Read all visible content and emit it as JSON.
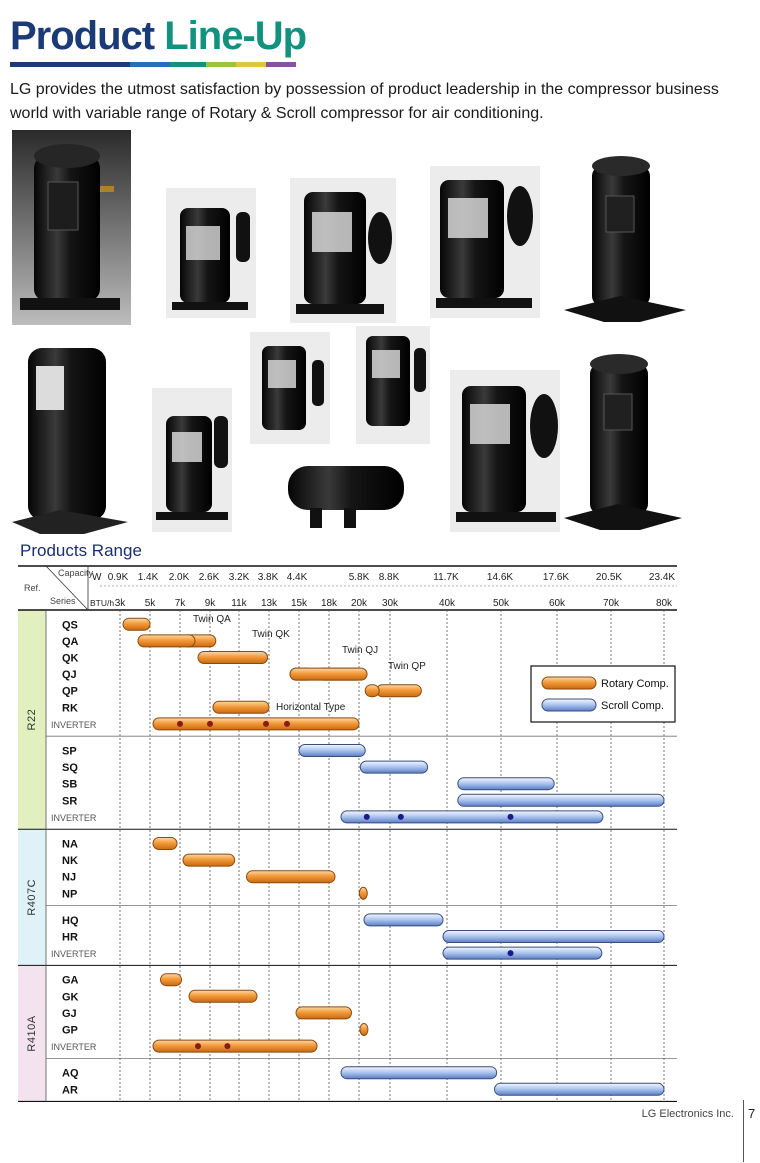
{
  "page": {
    "title_part1": "Product",
    "title_part2": "Line-Up",
    "intro": "LG provides the utmost satisfaction by possession of product leadership in the compressor business world with variable range of Rotary & Scroll compressor for air conditioning.",
    "range_title": "Products Range",
    "footer_company": "LG Electronics Inc.",
    "page_number": "7"
  },
  "colors": {
    "title_dark": "#1a3a78",
    "title_green": "#13917f",
    "rotary_orange": "#f39a3a",
    "scroll_blue": "#a9c2ee",
    "r22_band": "#e2f0c0",
    "r407c_band": "#dff2f7",
    "r410a_band": "#f2e3ee",
    "inverter_dot": "#8b1a1a",
    "scroll_dot": "#1a1a8a"
  },
  "chart_data": {
    "type": "table",
    "header": {
      "capacity_label": "Capacity",
      "ref_label": "Ref.",
      "series_label": "Series",
      "w_unit": "W",
      "btu_unit": "BTU/h",
      "w_ticks": [
        "0.9K",
        "1.4K",
        "2.0K",
        "2.6K",
        "3.2K",
        "3.8K",
        "4.4K",
        "5.8K",
        "8.8K",
        "11.7K",
        "14.6K",
        "17.6K",
        "20.5K",
        "23.4K"
      ],
      "btu_ticks": [
        "3k",
        "5k",
        "7k",
        "9k",
        "11k",
        "13k",
        "15k",
        "18k",
        "20k",
        "30k",
        "40k",
        "50k",
        "60k",
        "70k",
        "80k"
      ]
    },
    "x_unit": "kBTU/h",
    "legend": {
      "rotary": "Rotary Comp.",
      "scroll": "Scroll Comp.",
      "position": "right"
    },
    "annotations": [
      {
        "text": "Twin QA",
        "x": 8
      },
      {
        "text": "Twin QK",
        "x": 12
      },
      {
        "text": "Twin QJ",
        "x": 19
      },
      {
        "text": "Twin QP",
        "x": 30
      },
      {
        "text": "Horizontal Type",
        "x": 13.6
      }
    ],
    "groups": [
      {
        "ref": "R22",
        "band_color": "#e2f0c0",
        "blocks": [
          {
            "rows": [
              {
                "series": "QS",
                "bars": [
                  {
                    "type": "rotary",
                    "from": 3.2,
                    "to": 5
                  }
                ]
              },
              {
                "series": "QA",
                "bars": [
                  {
                    "type": "rotary",
                    "from": 7.1,
                    "to": 9.4
                  },
                  {
                    "type": "rotary",
                    "from": 4.2,
                    "to": 8.0
                  }
                ]
              },
              {
                "series": "QK",
                "bars": [
                  {
                    "type": "rotary",
                    "from": 10.6,
                    "to": 12.9
                  },
                  {
                    "type": "rotary",
                    "from": 8.2,
                    "to": 12.9
                  }
                ]
              },
              {
                "series": "QJ",
                "bars": [
                  {
                    "type": "rotary",
                    "from": 14.4,
                    "to": 16.4
                  },
                  {
                    "type": "rotary",
                    "from": 16.8,
                    "to": 20.9
                  },
                  {
                    "type": "rotary",
                    "from": 14.4,
                    "to": 22.6
                  }
                ]
              },
              {
                "series": "QP",
                "bars": [
                  {
                    "type": "rotary",
                    "from": 25.6,
                    "to": 35.5
                  },
                  {
                    "type": "rotary",
                    "from": 22.0,
                    "to": 26.5
                  }
                ]
              },
              {
                "series": "RK",
                "bars": [
                  {
                    "type": "rotary",
                    "from": 9.2,
                    "to": 13.0
                  }
                ]
              },
              {
                "series": "INVERTER",
                "inverter": true,
                "bars": [
                  {
                    "type": "rotary",
                    "from": 5.2,
                    "to": 20.0,
                    "dots": [
                      7.0,
                      9.0,
                      12.8,
                      14.2
                    ]
                  }
                ]
              }
            ]
          },
          {
            "rows": [
              {
                "series": "SP",
                "bars": [
                  {
                    "type": "scroll",
                    "from": 15.0,
                    "to": 22.0
                  }
                ]
              },
              {
                "series": "SQ",
                "bars": [
                  {
                    "type": "scroll",
                    "from": 20.4,
                    "to": 36.6
                  }
                ]
              },
              {
                "series": "SB",
                "bars": [
                  {
                    "type": "scroll",
                    "from": 42.0,
                    "to": 59.5
                  }
                ]
              },
              {
                "series": "SR",
                "bars": [
                  {
                    "type": "scroll",
                    "from": 42.0,
                    "to": 80.0
                  }
                ]
              },
              {
                "series": "INVERTER",
                "inverter": true,
                "bars": [
                  {
                    "type": "scroll",
                    "from": 18.8,
                    "to": 68.5,
                    "dots": [
                      22.5,
                      31.9,
                      51.7
                    ]
                  }
                ]
              }
            ]
          }
        ]
      },
      {
        "ref": "R407C",
        "band_color": "#dff2f7",
        "blocks": [
          {
            "rows": [
              {
                "series": "NA",
                "bars": [
                  {
                    "type": "rotary",
                    "from": 5.2,
                    "to": 6.8
                  }
                ]
              },
              {
                "series": "NK",
                "bars": [
                  {
                    "type": "rotary",
                    "from": 7.2,
                    "to": 10.7
                  }
                ]
              },
              {
                "series": "NJ",
                "bars": [
                  {
                    "type": "rotary",
                    "from": 11.5,
                    "to": 18.4
                  }
                ]
              },
              {
                "series": "NP",
                "bars": [
                  {
                    "type": "rotary",
                    "from": 20.1,
                    "to": 21.6
                  }
                ]
              }
            ]
          },
          {
            "rows": [
              {
                "series": "HQ",
                "bars": [
                  {
                    "type": "scroll",
                    "from": 21.6,
                    "to": 39.3
                  }
                ]
              },
              {
                "series": "HR",
                "bars": [
                  {
                    "type": "scroll",
                    "from": 39.3,
                    "to": 80.0
                  }
                ]
              },
              {
                "series": "INVERTER",
                "inverter": true,
                "bars": [
                  {
                    "type": "scroll",
                    "from": 39.3,
                    "to": 68.3,
                    "dots": [
                      51.7
                    ]
                  }
                ]
              }
            ]
          }
        ]
      },
      {
        "ref": "R410A",
        "band_color": "#f2e3ee",
        "blocks": [
          {
            "rows": [
              {
                "series": "GA",
                "bars": [
                  {
                    "type": "rotary",
                    "from": 5.7,
                    "to": 7.1
                  }
                ]
              },
              {
                "series": "GK",
                "bars": [
                  {
                    "type": "rotary",
                    "from": 7.6,
                    "to": 12.2
                  }
                ]
              },
              {
                "series": "GJ",
                "bars": [
                  {
                    "type": "rotary",
                    "from": 14.8,
                    "to": 19.5
                  }
                ]
              },
              {
                "series": "GP",
                "bars": [
                  {
                    "type": "rotary",
                    "from": 20.3,
                    "to": 22.0
                  }
                ]
              },
              {
                "series": "INVERTER",
                "inverter": true,
                "bars": [
                  {
                    "type": "rotary",
                    "from": 5.2,
                    "to": 16.8,
                    "dots": [
                      8.2,
                      10.2
                    ]
                  }
                ]
              }
            ]
          },
          {
            "rows": [
              {
                "series": "AQ",
                "bars": [
                  {
                    "type": "scroll",
                    "from": 18.8,
                    "to": 49.2
                  }
                ]
              },
              {
                "series": "AR",
                "bars": [
                  {
                    "type": "scroll",
                    "from": 48.8,
                    "to": 80.0
                  }
                ]
              }
            ]
          }
        ]
      }
    ]
  }
}
